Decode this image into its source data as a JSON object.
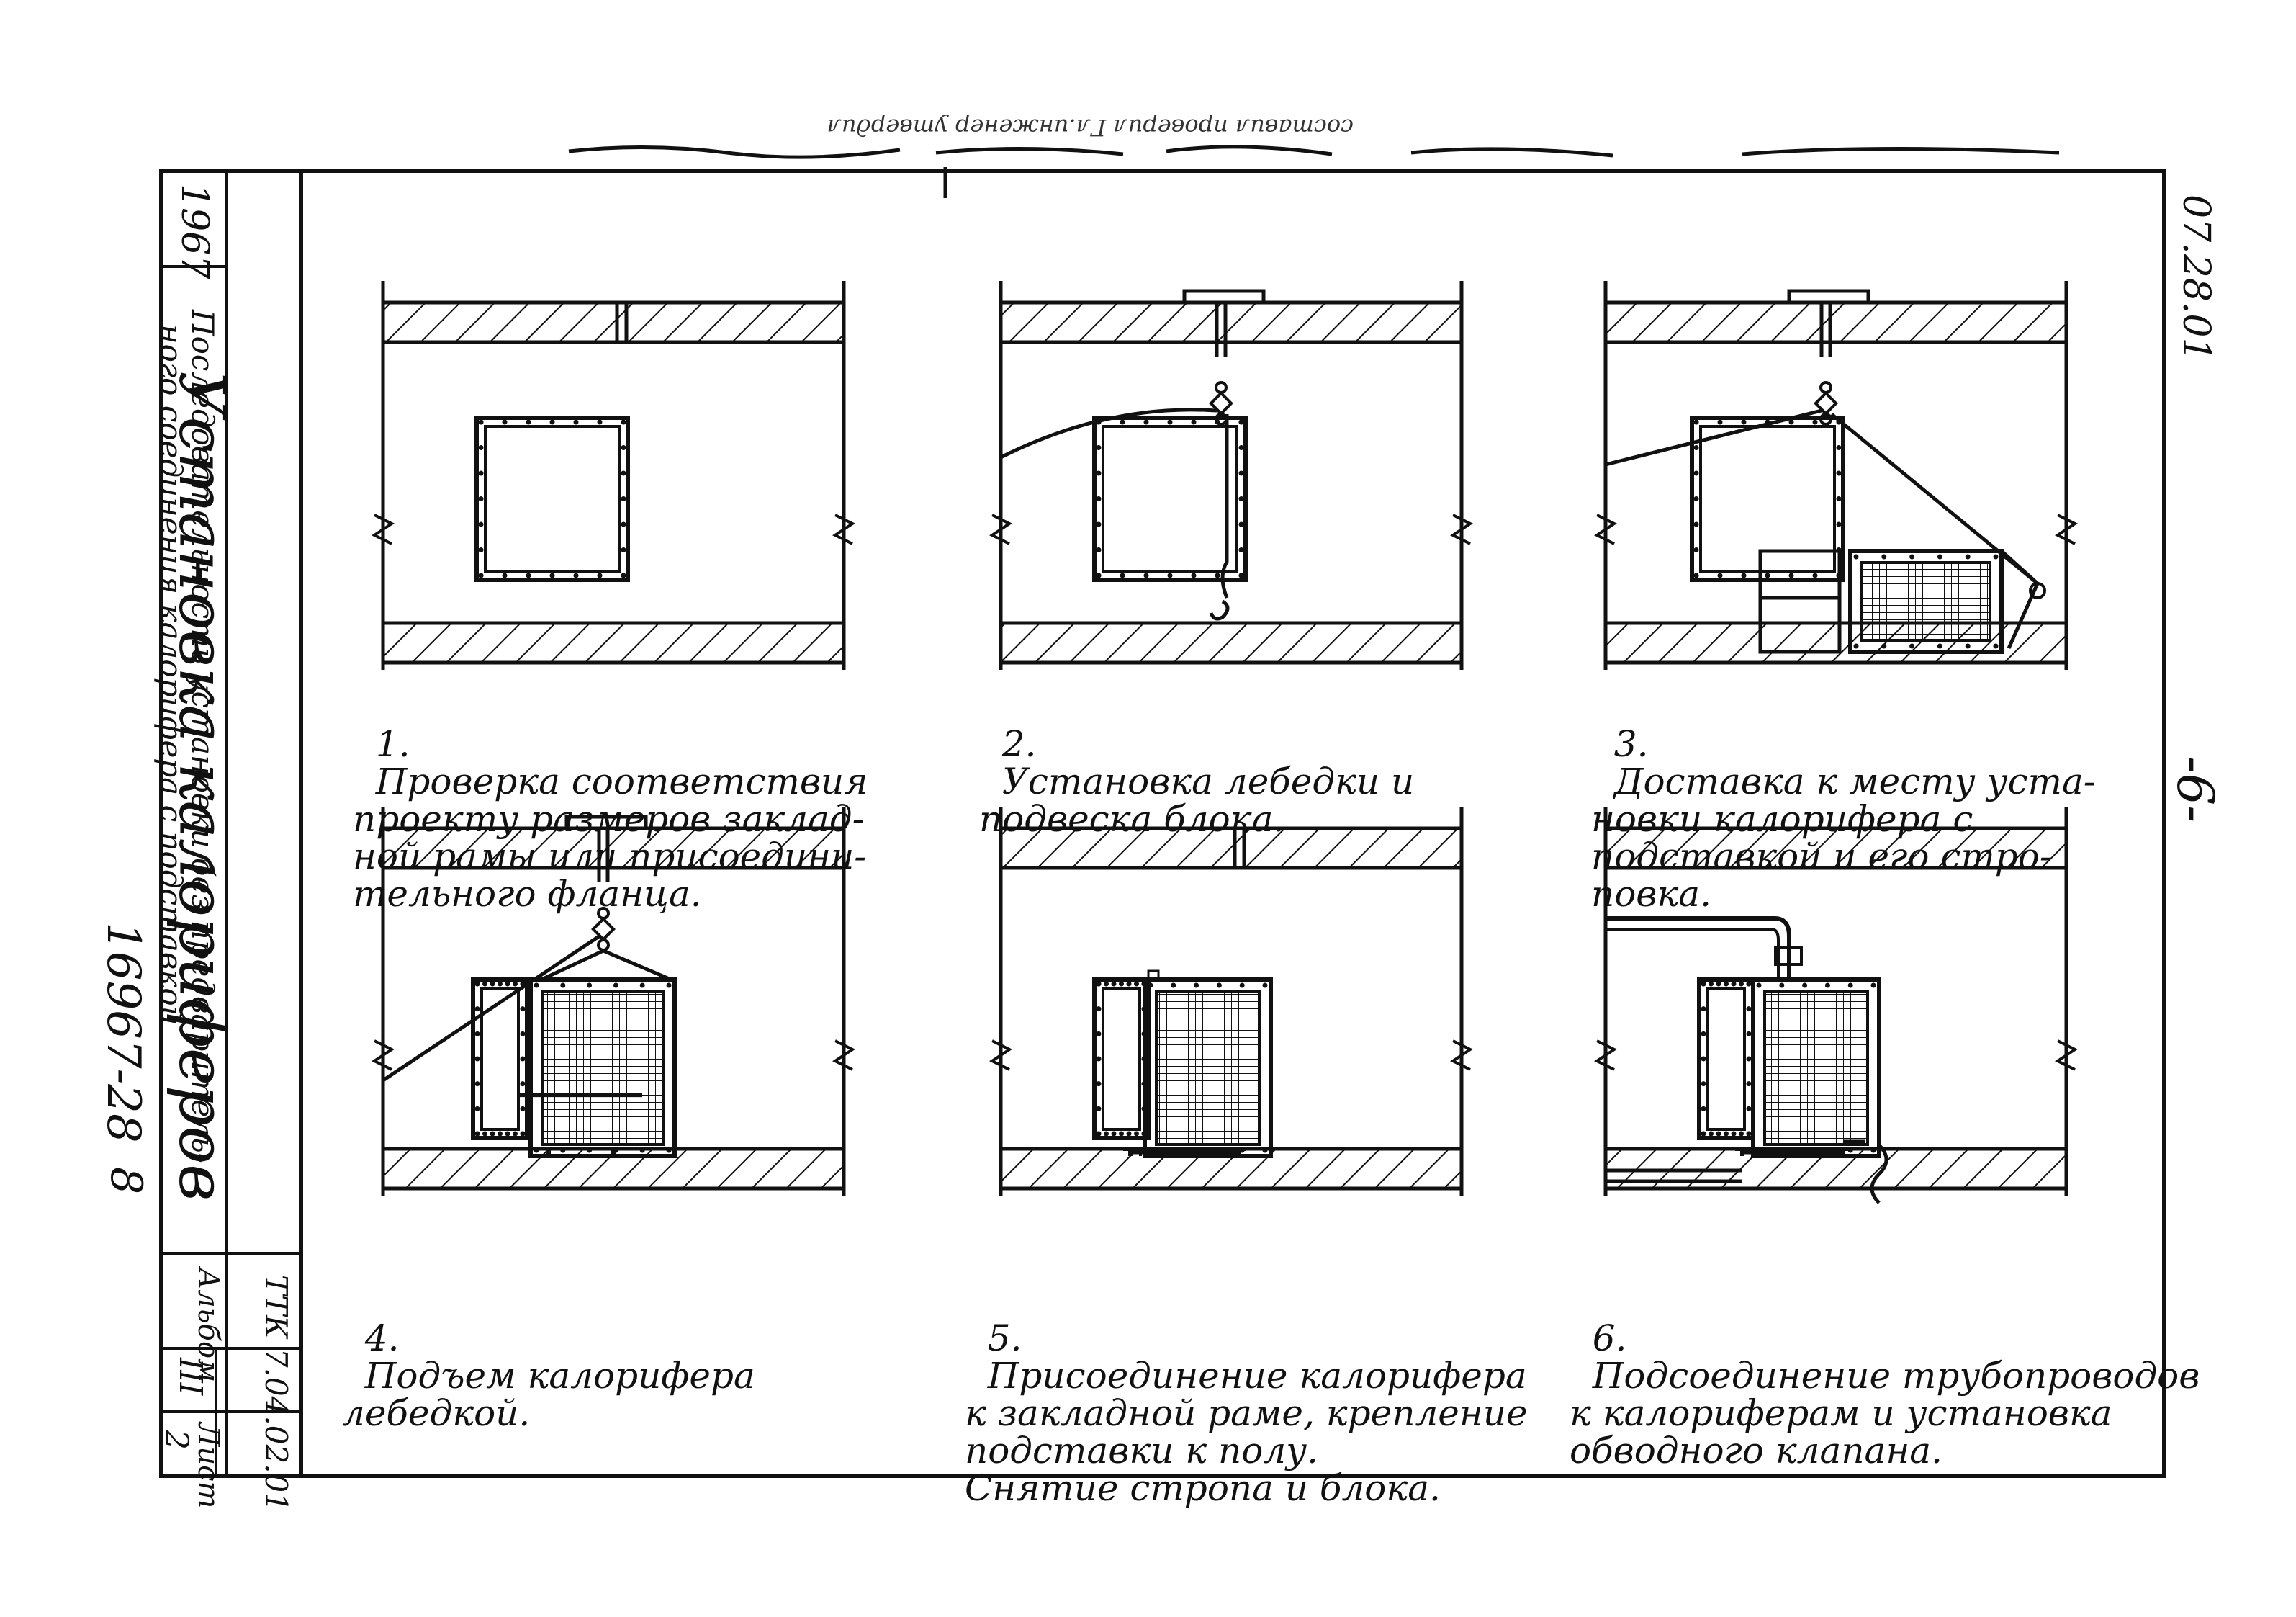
{
  "sheet": {
    "side_title": "Установка калориферов",
    "side_subtitle_1": "Последовательность установки без предваритель-",
    "side_subtitle_2": "ного соединения калорифера с подставкой",
    "year": "1967",
    "doc_code": "ТТК 7.04.02.01",
    "album_label": "Альбом",
    "album_value": "III",
    "sheet_label": "Лист",
    "sheet_value": "2",
    "stamp_number": "16967-28",
    "stamp_small": "8",
    "right_code": "07.28.01",
    "page_number": "-6-",
    "top_strip_text": "составил  проверил  Гл.инженер  утвердил"
  },
  "steps": [
    {
      "number": "1.",
      "caption": "Проверка соответствия\nпроекту размеров заклад-\nной рамы или присоедини-\nтельного фланца."
    },
    {
      "number": "2.",
      "caption": "Установка лебедки и\nподвеска блока."
    },
    {
      "number": "3.",
      "caption": "Доставка к месту уста-\nновки калорифера с\nподставкой и его стро-\nповка."
    },
    {
      "number": "4.",
      "caption": "Подъем калорифера\nлебедкой."
    },
    {
      "number": "5.",
      "caption": "Присоединение калорифера\nк закладной раме, крепление\nподставки к полу.\nСнятие стропа и блока."
    },
    {
      "number": "6.",
      "caption": "Подсоединение трубопроводов\nк калориферам и установка\nобводного клапана."
    }
  ]
}
